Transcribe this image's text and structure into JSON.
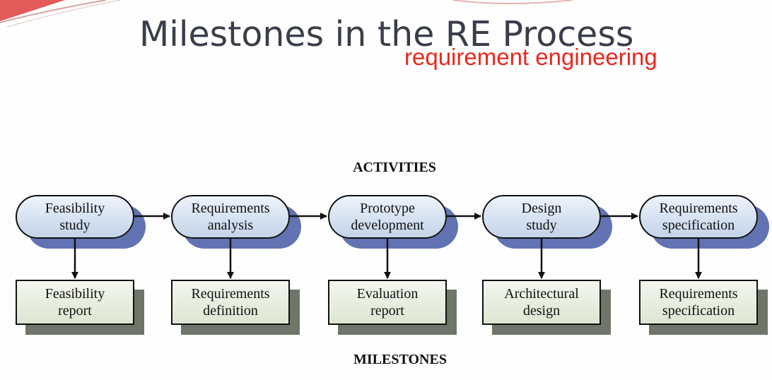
{
  "slide": {
    "title": "Milestones in the RE Process",
    "annotation": "requirement engineering"
  },
  "diagram": {
    "activities_label": "ACTIVITIES",
    "milestones_label": "MILESTONES",
    "activities": [
      {
        "line1": "Feasibility",
        "line2": "study"
      },
      {
        "line1": "Requirements",
        "line2": "analysis"
      },
      {
        "line1": "Prototype",
        "line2": "development"
      },
      {
        "line1": "Design",
        "line2": "study"
      },
      {
        "line1": "Requirements",
        "line2": "specification"
      }
    ],
    "milestones": [
      {
        "line1": "Feasibility",
        "line2": "report"
      },
      {
        "line1": "Requirements",
        "line2": "definition"
      },
      {
        "line1": "Evaluation",
        "line2": "report"
      },
      {
        "line1": "Architectural",
        "line2": "design"
      },
      {
        "line1": "Requirements",
        "line2": "specification"
      }
    ]
  },
  "colors": {
    "activity_shadow": "#6273b4",
    "milestone_shadow": "#6f7669",
    "annotation": "#e8281c"
  }
}
